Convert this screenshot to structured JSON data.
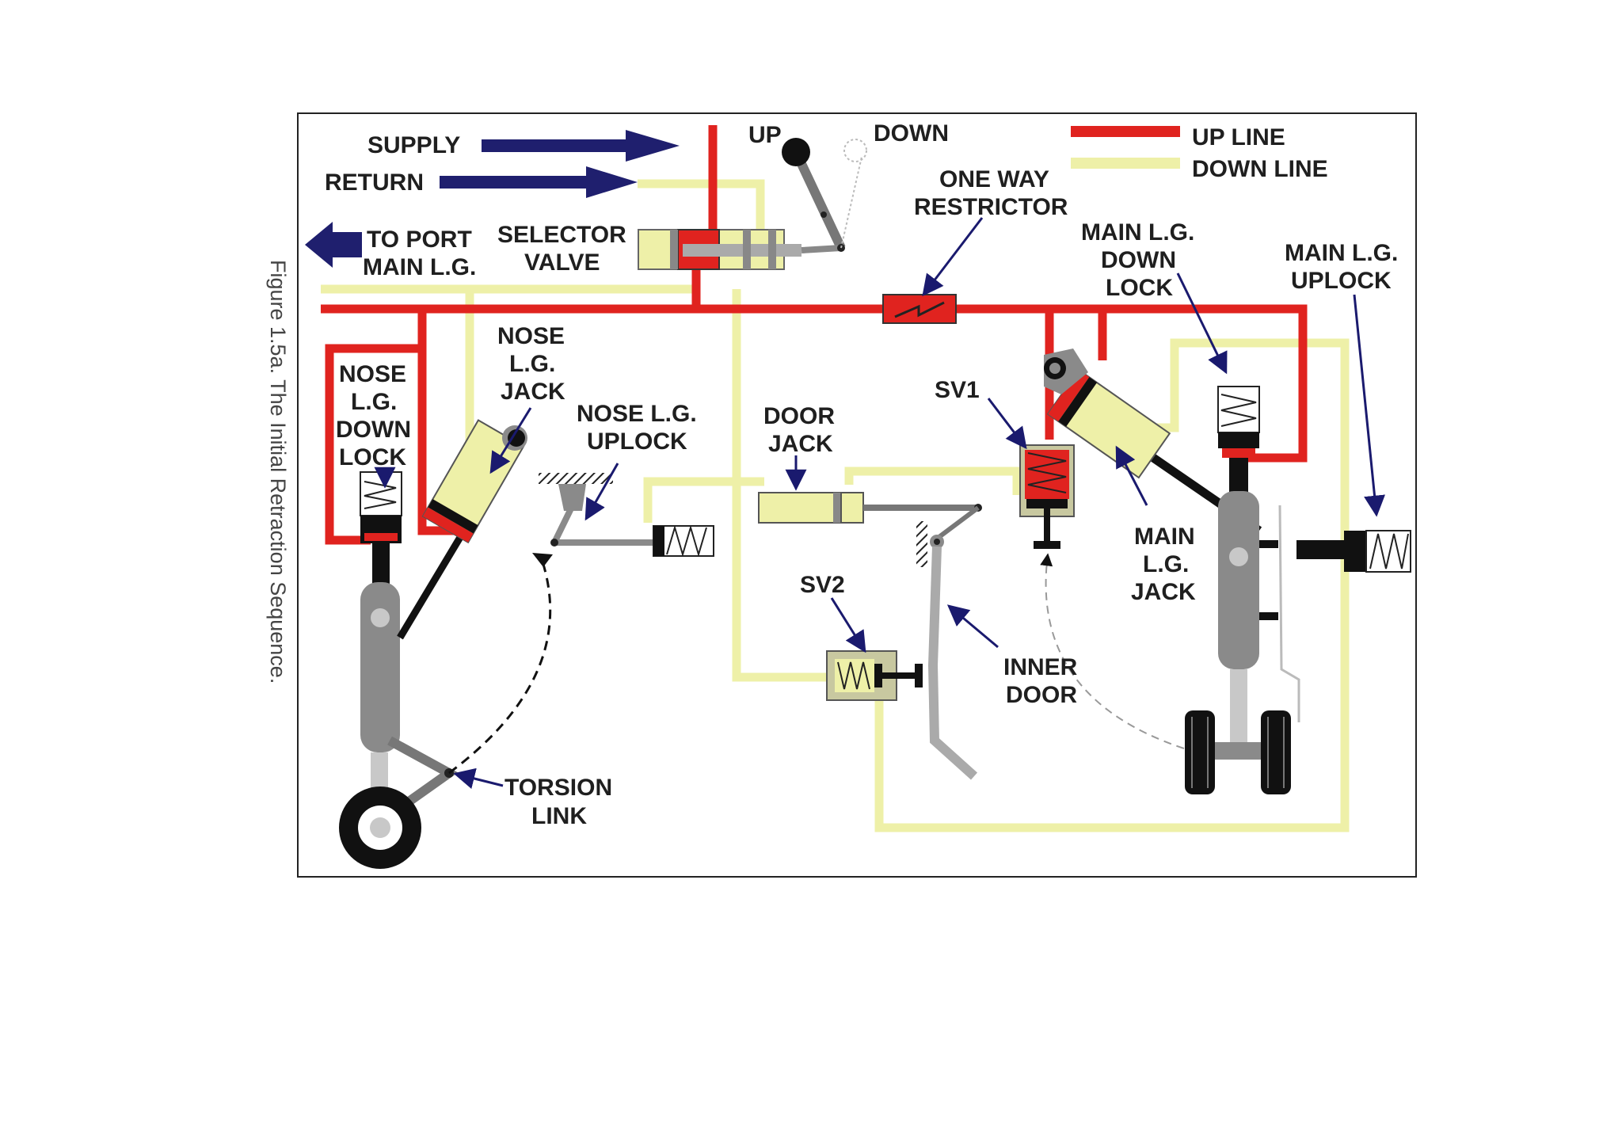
{
  "colors": {
    "up_line": "#e0231f",
    "down_line": "#eef0a8",
    "supply_return_arrow": "#1f1f6e",
    "label_arrow": "#1a1a6e",
    "component_grey": "#8a8a8a",
    "frame": "#222222"
  },
  "legend": {
    "up_line": "UP LINE",
    "down_line": "DOWN LINE"
  },
  "labels": {
    "supply": "SUPPLY",
    "return": "RETURN",
    "up": "UP",
    "down": "DOWN",
    "to_port_1": "TO PORT",
    "to_port_2": "MAIN L.G.",
    "selector_1": "SELECTOR",
    "selector_2": "VALVE",
    "one_way_1": "ONE WAY",
    "one_way_2": "RESTRICTOR",
    "main_down_lock_1": "MAIN L.G.",
    "main_down_lock_2": "DOWN",
    "main_down_lock_3": "LOCK",
    "main_uplock_1": "MAIN L.G.",
    "main_uplock_2": "UPLOCK",
    "nose_jack_1": "NOSE",
    "nose_jack_2": "L.G.",
    "nose_jack_3": "JACK",
    "nose_down_lock_1": "NOSE",
    "nose_down_lock_2": "L.G.",
    "nose_down_lock_3": "DOWN",
    "nose_down_lock_4": "LOCK",
    "nose_uplock_1": "NOSE L.G.",
    "nose_uplock_2": "UPLOCK",
    "door_jack_1": "DOOR",
    "door_jack_2": "JACK",
    "sv1": "SV1",
    "sv2": "SV2",
    "main_jack_1": "MAIN",
    "main_jack_2": "L.G.",
    "main_jack_3": "JACK",
    "inner_door_1": "INNER",
    "inner_door_2": "DOOR",
    "torsion_1": "TORSION",
    "torsion_2": "LINK"
  },
  "caption": "Figure 1.5a.  The Initial Retraction Sequence."
}
